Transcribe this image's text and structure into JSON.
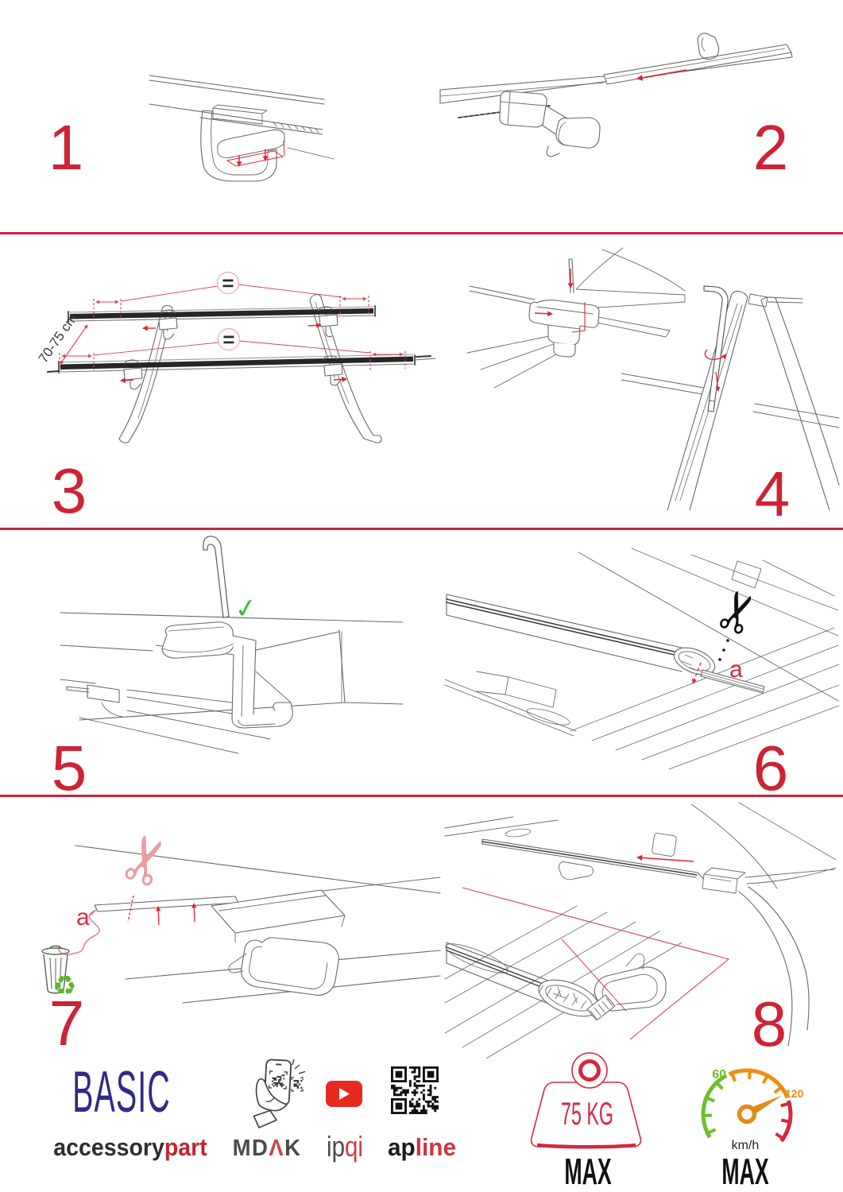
{
  "page": {
    "colors": {
      "accent_red": "#CE2334",
      "divider_red": "#C4243C",
      "arrow_red": "#E02330",
      "line_ink": "#666666",
      "check_green": "#3CBB3F",
      "recycle_green": "#5CB531",
      "brand_navy": "#2F2B87",
      "speed_green": "#6CBE2B",
      "speed_orange": "#EE8E12",
      "speed_red": "#D5283B"
    }
  },
  "steps": [
    {
      "number": "1"
    },
    {
      "number": "2"
    },
    {
      "number": "3"
    },
    {
      "number": "4"
    },
    {
      "number": "5"
    },
    {
      "number": "6"
    },
    {
      "number": "7"
    },
    {
      "number": "8"
    }
  ],
  "annotations": {
    "equals": "=",
    "distance": "70-75 cm",
    "label_a_cut": "a",
    "label_a_trim": "a"
  },
  "icons": {
    "scissors": "✂",
    "check": "✓",
    "recycle": "♻"
  },
  "footer": {
    "brand": {
      "title": "BASIC",
      "name_dark": "accessory",
      "name_red": "part"
    },
    "mdak": {
      "prefix": "MD",
      "lambda": "Λ",
      "suffix": "K"
    },
    "ipqi": {
      "dark": "ip",
      "red": "qi"
    },
    "apline": {
      "dark": "ap",
      "red": "line"
    },
    "weight": {
      "value": "75 KG",
      "max": "MAX"
    },
    "speed": {
      "low": "60",
      "high": "120",
      "unit": "km/h",
      "max": "MAX"
    }
  }
}
